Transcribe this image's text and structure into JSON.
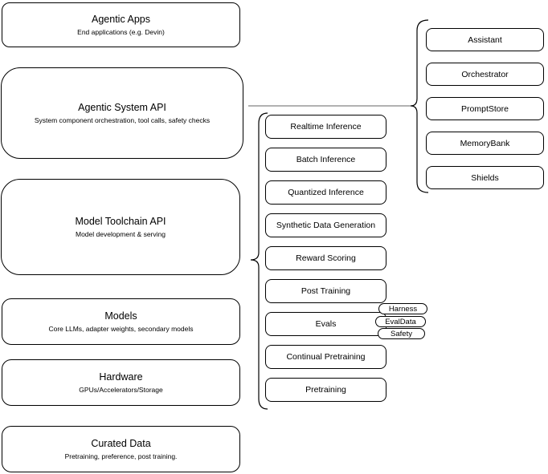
{
  "diagram": {
    "left_boxes": [
      {
        "title": "Agentic Apps",
        "subtitle": "End applications (e.g. Devin)"
      },
      {
        "title": "Agentic System API",
        "subtitle": "System component orchestration, tool calls, safety checks"
      },
      {
        "title": "Model Toolchain API",
        "subtitle": "Model development & serving"
      },
      {
        "title": "Models",
        "subtitle": "Core LLMs, adapter weights, secondary models"
      },
      {
        "title": "Hardware",
        "subtitle": "GPUs/Accelerators/Storage"
      },
      {
        "title": "Curated Data",
        "subtitle": "Pretraining, preference, post training."
      }
    ],
    "toolchain_nodes": [
      "Realtime Inference",
      "Batch Inference",
      "Quantized Inference",
      "Synthetic Data Generation",
      "Reward Scoring",
      "Post Training",
      "Evals",
      "Continual Pretraining",
      "Pretraining"
    ],
    "eval_pills": [
      "Harness",
      "EvalData",
      "Safety"
    ],
    "system_nodes": [
      "Assistant",
      "Orchestrator",
      "PromptStore",
      "MemoryBank",
      "Shields"
    ],
    "colors": {
      "stroke": "#000000",
      "fill": "#ffffff",
      "text": "#000000",
      "connector_line": "#666666"
    }
  }
}
